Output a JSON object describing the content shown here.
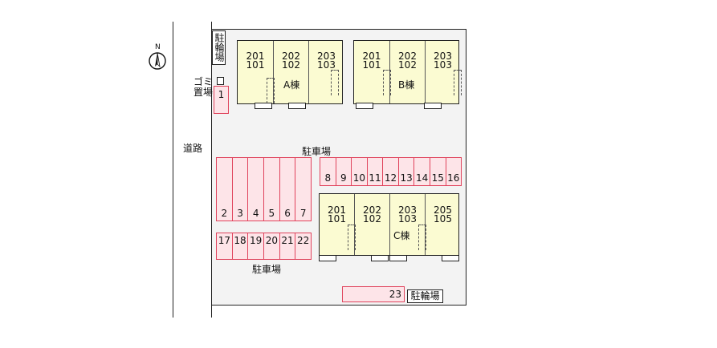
{
  "compass": {
    "north_label": "N"
  },
  "road_label": "道路",
  "bicycle_parking_label": "駐輪場",
  "garbage_label": {
    "line1": "ゴミ",
    "line2": "置場"
  },
  "parking_label": "駐車場",
  "buildings": {
    "a": {
      "name": "A棟",
      "units": [
        {
          "upper": "201",
          "lower": "101"
        },
        {
          "upper": "202",
          "lower": "102"
        },
        {
          "upper": "203",
          "lower": "103"
        }
      ]
    },
    "b": {
      "name": "B棟",
      "units": [
        {
          "upper": "201",
          "lower": "101"
        },
        {
          "upper": "202",
          "lower": "102"
        },
        {
          "upper": "203",
          "lower": "103"
        }
      ]
    },
    "c": {
      "name": "C棟",
      "units": [
        {
          "upper": "201",
          "lower": "101"
        },
        {
          "upper": "202",
          "lower": "102"
        },
        {
          "upper": "203",
          "lower": "103"
        },
        {
          "upper": "205",
          "lower": "105"
        }
      ]
    }
  },
  "parking_spaces": {
    "space_1": "1",
    "left_block": [
      "2",
      "3",
      "4",
      "5",
      "6",
      "7"
    ],
    "right_row": [
      "8",
      "9",
      "10",
      "11",
      "12",
      "13",
      "14",
      "15",
      "16"
    ],
    "bottom_row": [
      "17",
      "18",
      "19",
      "20",
      "21",
      "22"
    ],
    "space_23": "23"
  }
}
